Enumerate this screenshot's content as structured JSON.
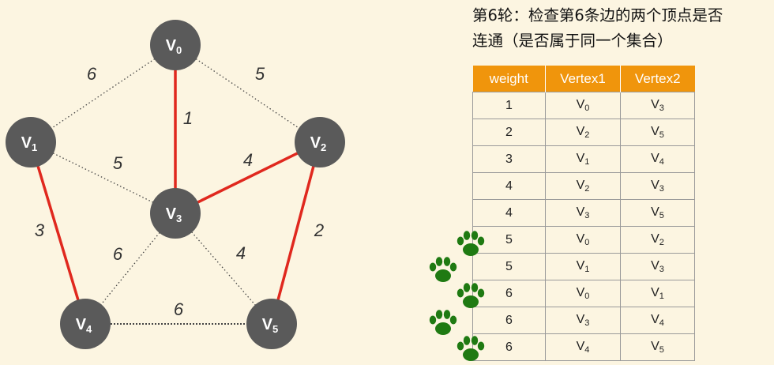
{
  "caption": {
    "line1": "第6轮：检查第6条边的两个顶点是否",
    "line2": "连通（是否属于同一个集合）"
  },
  "graph": {
    "vertex_label_prefix": "V",
    "nodes": [
      {
        "id": "V0",
        "sub": "0"
      },
      {
        "id": "V1",
        "sub": "1"
      },
      {
        "id": "V2",
        "sub": "2"
      },
      {
        "id": "V3",
        "sub": "3"
      },
      {
        "id": "V4",
        "sub": "4"
      },
      {
        "id": "V5",
        "sub": "5"
      }
    ],
    "edges": [
      {
        "from": "V0",
        "to": "V3",
        "weight": "1",
        "selected": true
      },
      {
        "from": "V2",
        "to": "V5",
        "weight": "2",
        "selected": true
      },
      {
        "from": "V1",
        "to": "V4",
        "weight": "3",
        "selected": true
      },
      {
        "from": "V2",
        "to": "V3",
        "weight": "4",
        "selected": true
      },
      {
        "from": "V3",
        "to": "V5",
        "weight": "4",
        "selected": false
      },
      {
        "from": "V0",
        "to": "V2",
        "weight": "5",
        "selected": false
      },
      {
        "from": "V1",
        "to": "V3",
        "weight": "5",
        "selected": false
      },
      {
        "from": "V0",
        "to": "V1",
        "weight": "6",
        "selected": false
      },
      {
        "from": "V3",
        "to": "V4",
        "weight": "6",
        "selected": false
      },
      {
        "from": "V4",
        "to": "V5",
        "weight": "6",
        "selected": false
      }
    ],
    "colors": {
      "node": "#5a5a5a",
      "selected_edge": "#e0281e",
      "unselected_edge": "#444444"
    }
  },
  "table": {
    "headers": [
      "weight",
      "Vertex1",
      "Vertex2"
    ],
    "header_color": "#f0950c",
    "rows": [
      [
        "1",
        "0",
        "3"
      ],
      [
        "2",
        "2",
        "5"
      ],
      [
        "3",
        "1",
        "4"
      ],
      [
        "4",
        "2",
        "3"
      ],
      [
        "4",
        "3",
        "5"
      ],
      [
        "5",
        "0",
        "2"
      ],
      [
        "5",
        "1",
        "3"
      ],
      [
        "6",
        "0",
        "1"
      ],
      [
        "6",
        "3",
        "4"
      ],
      [
        "6",
        "4",
        "5"
      ]
    ]
  },
  "paw_markers": {
    "icon": "paw-print-icon",
    "color": "#1f7a12",
    "count": 5
  }
}
